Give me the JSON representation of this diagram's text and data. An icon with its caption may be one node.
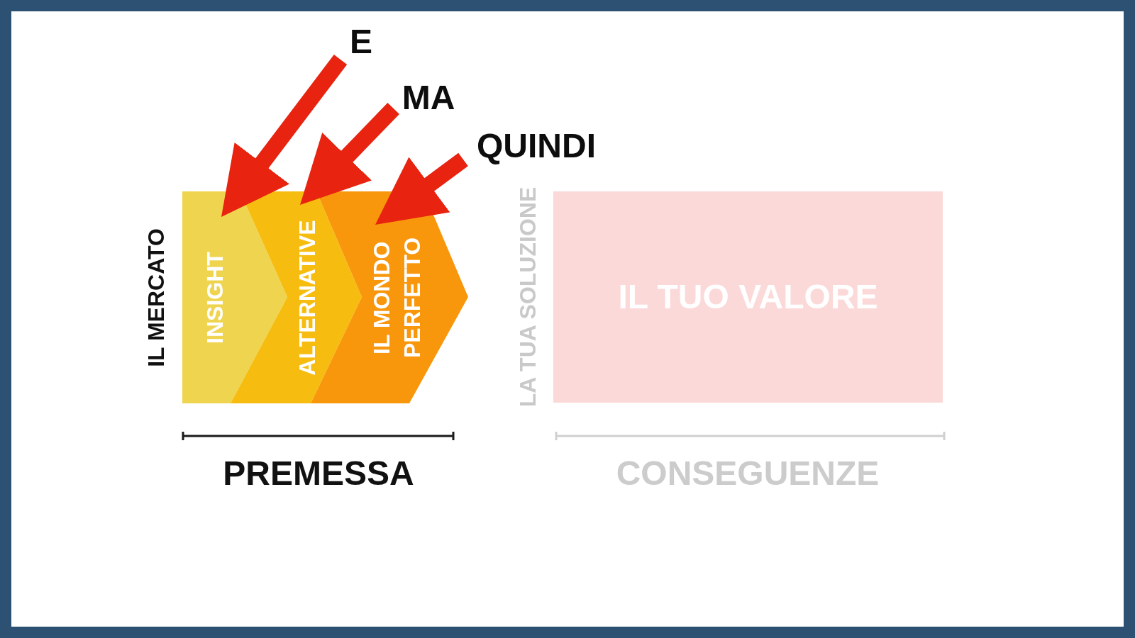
{
  "diagram": {
    "nodes": [
      {
        "text": [
          "E"
        ]
      },
      {
        "text": [
          "MA"
        ]
      },
      {
        "text": [
          "QUINDI"
        ]
      },
      {
        "text": [
          "INSIGHT"
        ]
      },
      {
        "text": [
          "ALTERNATIVE"
        ]
      },
      {
        "text": [
          "IL MONDO PERFETTO"
        ]
      },
      {
        "text": [
          "IL TUO VALORE"
        ]
      }
    ],
    "edges": [
      {
        "from": 0,
        "to": 3,
        "arrow": "to"
      },
      {
        "from": 1,
        "to": 4,
        "arrow": "to"
      },
      {
        "from": 2,
        "to": 5,
        "arrow": "to"
      }
    ],
    "labels": [
      "IL MERCATO",
      "LA TUA SOLUZIONE",
      "PREMESSA",
      "CONSEGUENZE"
    ]
  }
}
